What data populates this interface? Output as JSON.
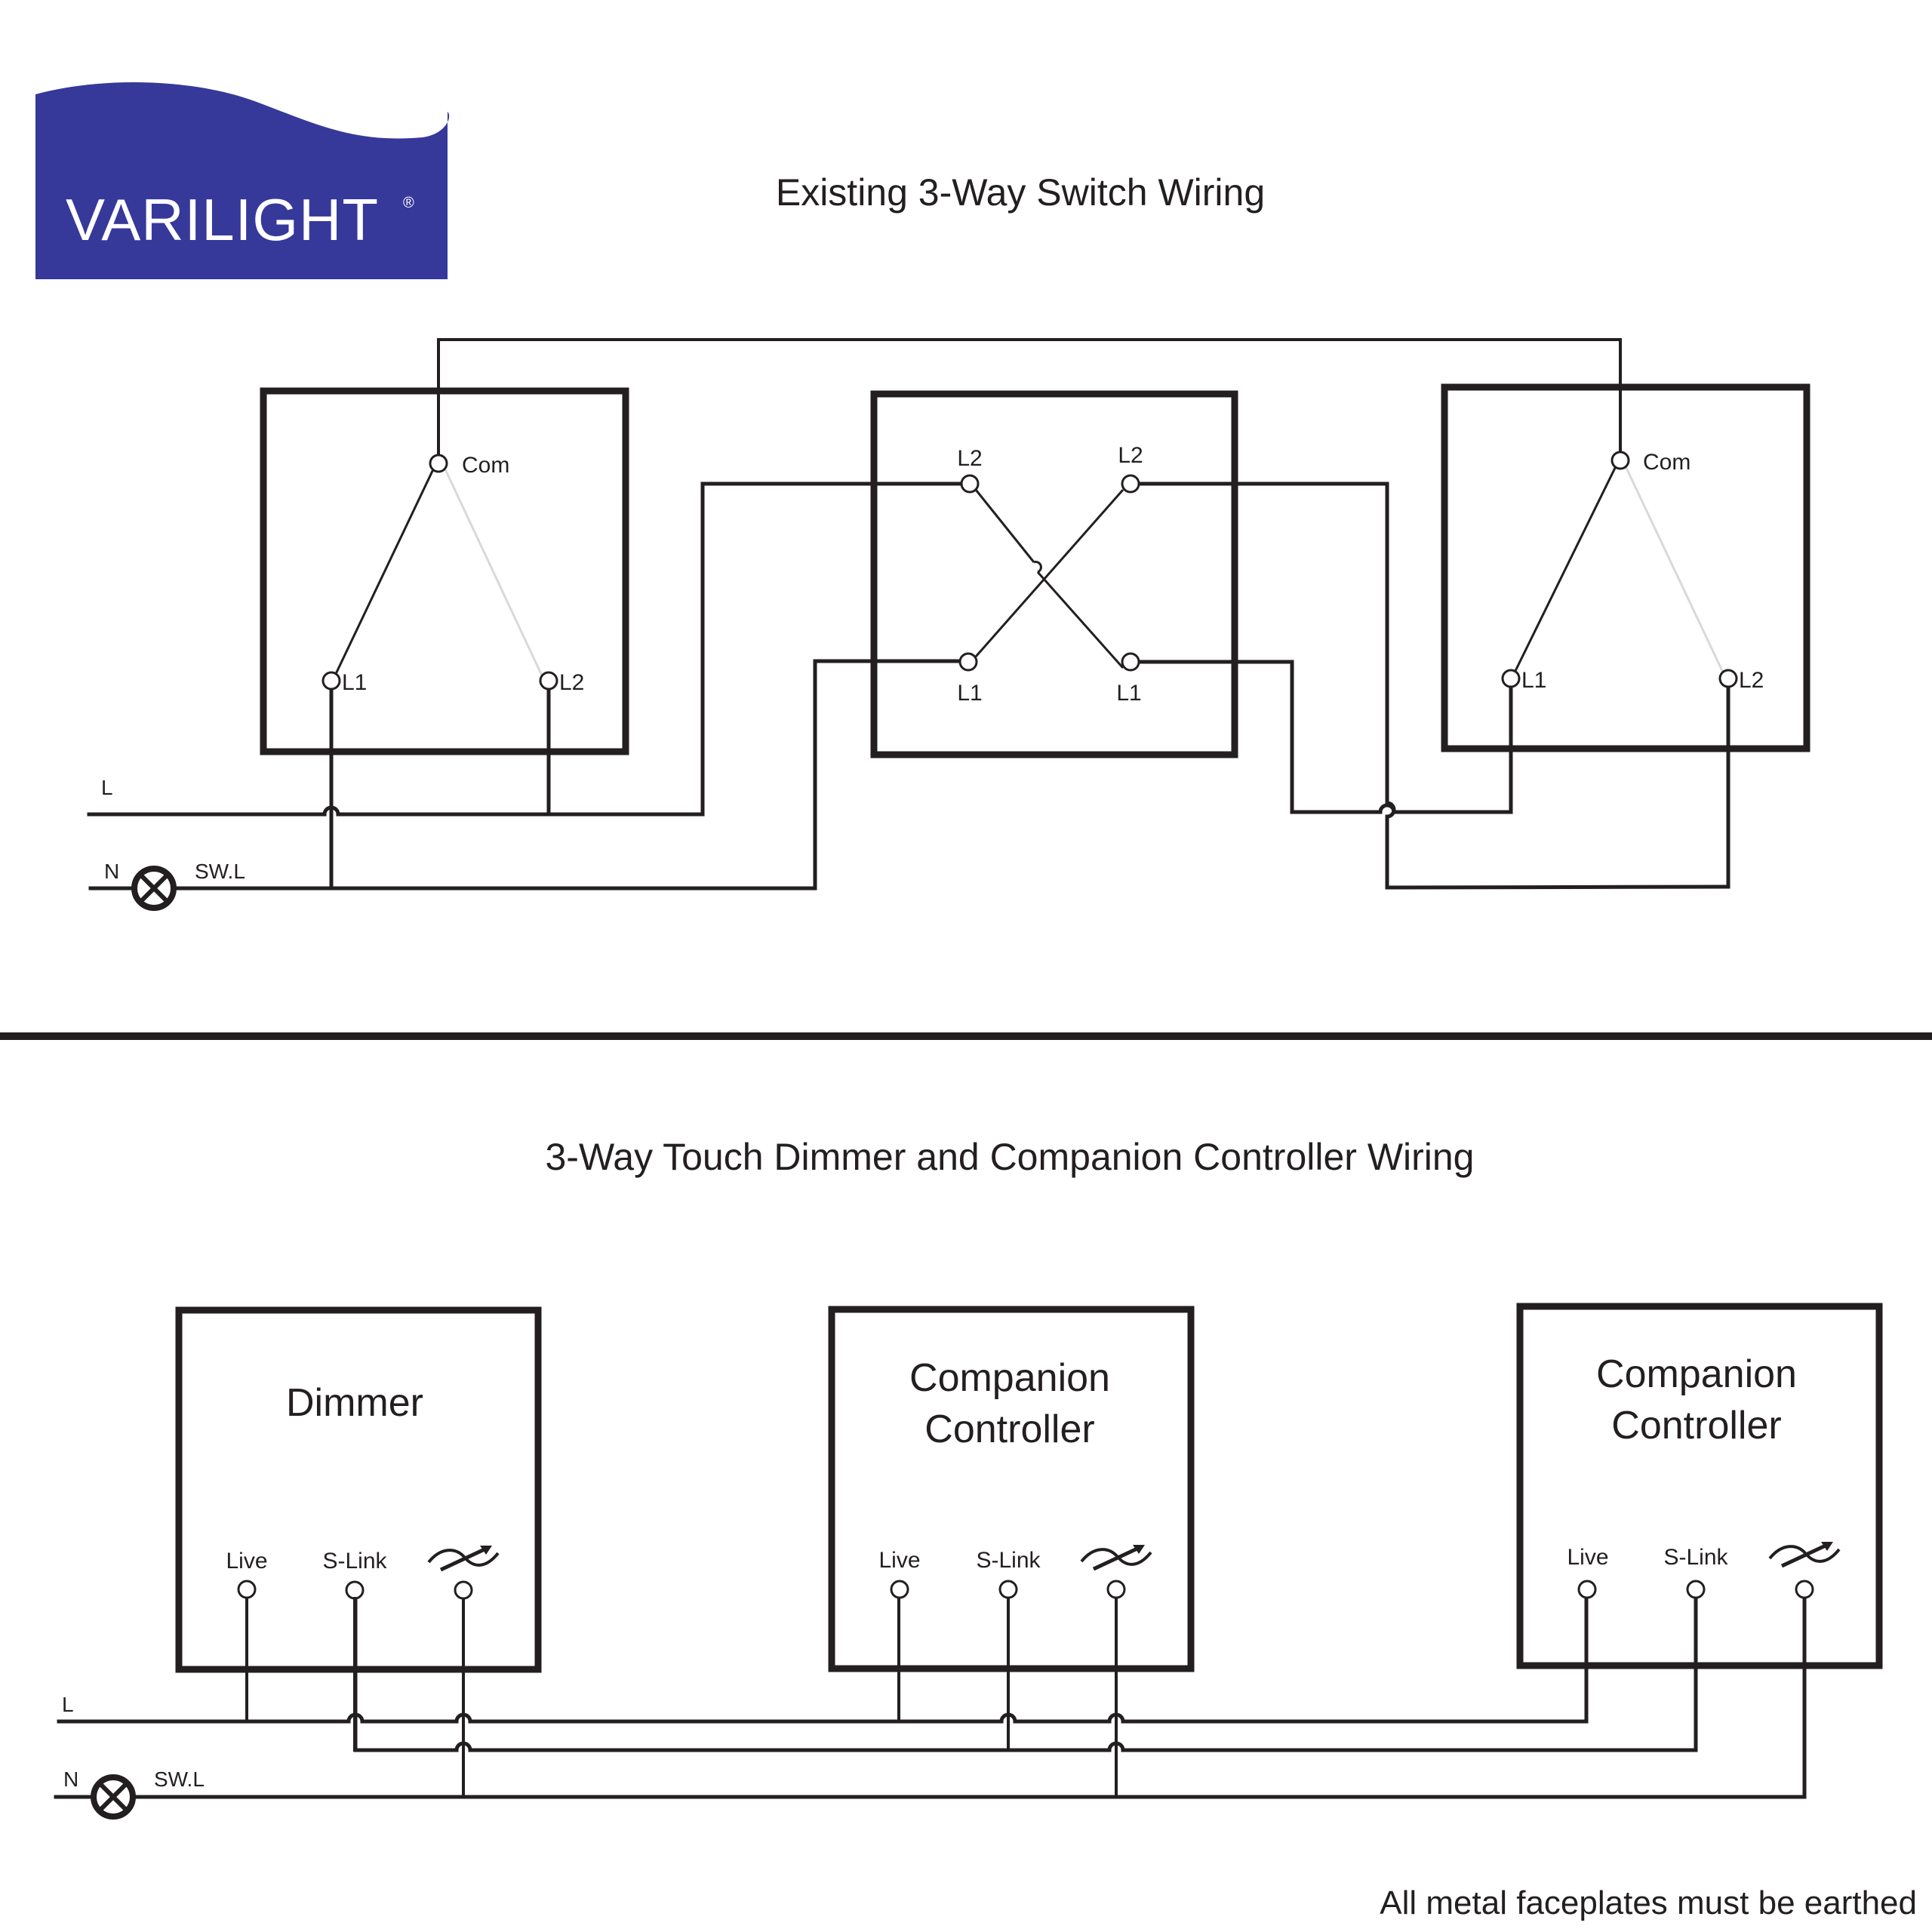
{
  "logo": {
    "text": "VARILIGHT",
    "registered_mark": "®",
    "color": "#36399a",
    "text_color": "#ffffff"
  },
  "colors": {
    "ink": "#231f20",
    "switch_open_contact": "#d9d9d9",
    "background": "#ffffff"
  },
  "top_section": {
    "title": "Existing 3-Way Switch Wiring",
    "supply_labels": {
      "live": "L",
      "neutral": "N",
      "switched_live": "SW.L"
    },
    "lamp_icon": "lamp-cross-icon",
    "switches": [
      {
        "name": "Two-way switch (left)",
        "terminals": {
          "common": "Com",
          "l1": "L1",
          "l2": "L2"
        },
        "contact_state": "Com-L1 closed"
      },
      {
        "name": "Intermediate switch",
        "terminals": {
          "top_left": "L2",
          "top_right": "L2",
          "bottom_left": "L1",
          "bottom_right": "L1"
        },
        "contact_state": "crossed"
      },
      {
        "name": "Two-way switch (right)",
        "terminals": {
          "common": "Com",
          "l1": "L1",
          "l2": "L2"
        },
        "contact_state": "Com-L1 closed"
      }
    ]
  },
  "bottom_section": {
    "title": "3-Way Touch Dimmer and Companion Controller Wiring",
    "supply_labels": {
      "live": "L",
      "neutral": "N",
      "switched_live": "SW.L"
    },
    "lamp_icon": "lamp-cross-icon",
    "devices": [
      {
        "title_lines": [
          "Dimmer"
        ],
        "terminals": {
          "live": "Live",
          "slink": "S-Link",
          "load_icon": "dimmer-load-icon"
        }
      },
      {
        "title_lines": [
          "Companion",
          "Controller"
        ],
        "terminals": {
          "live": "Live",
          "slink": "S-Link",
          "load_icon": "dimmer-load-icon"
        }
      },
      {
        "title_lines": [
          "Companion",
          "Controller"
        ],
        "terminals": {
          "live": "Live",
          "slink": "S-Link",
          "load_icon": "dimmer-load-icon"
        }
      }
    ]
  },
  "footer": {
    "note": "All metal faceplates must be earthed"
  }
}
